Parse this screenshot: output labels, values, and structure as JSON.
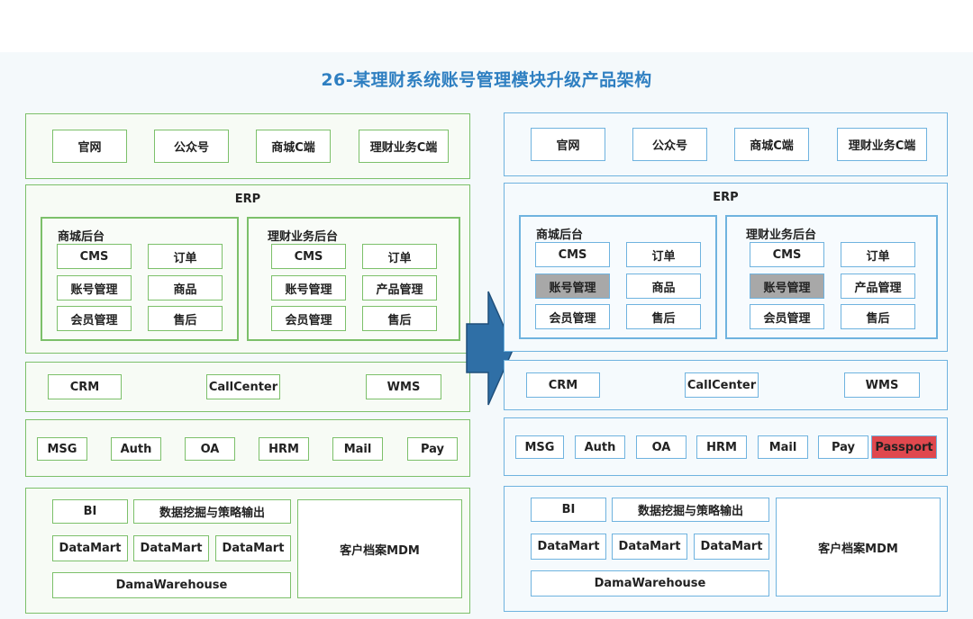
{
  "title": "26-某理财系统账号管理模块升级产品架构",
  "channels": [
    "官网",
    "公众号",
    "商城C端",
    "理财业务C端"
  ],
  "erp": {
    "label": "ERP",
    "mall_backend": {
      "title": "商城后台",
      "items": [
        "CMS",
        "订单",
        "账号管理",
        "商品",
        "会员管理",
        "售后"
      ]
    },
    "finance_backend": {
      "title": "理财业务后台",
      "items": [
        "CMS",
        "订单",
        "账号管理",
        "产品管理",
        "会员管理",
        "售后"
      ]
    }
  },
  "business": [
    "CRM",
    "CallCenter",
    "WMS"
  ],
  "services": [
    "MSG",
    "Auth",
    "OA",
    "HRM",
    "Mail",
    "Pay"
  ],
  "new_service": "Passport",
  "data_layer": {
    "bi": "BI",
    "mining": "数据挖掘与策略输出",
    "datamart": "DataMart",
    "warehouse": "DamaWarehouse",
    "mdm": "客户档案MDM"
  },
  "colors": {
    "before_border": "#7cc06a",
    "after_border": "#6fb3df",
    "title": "#2e7fc1",
    "highlight_gray": "#a8a8a8",
    "new_red": "#e0484e",
    "arrow": "#2f6fa6"
  }
}
